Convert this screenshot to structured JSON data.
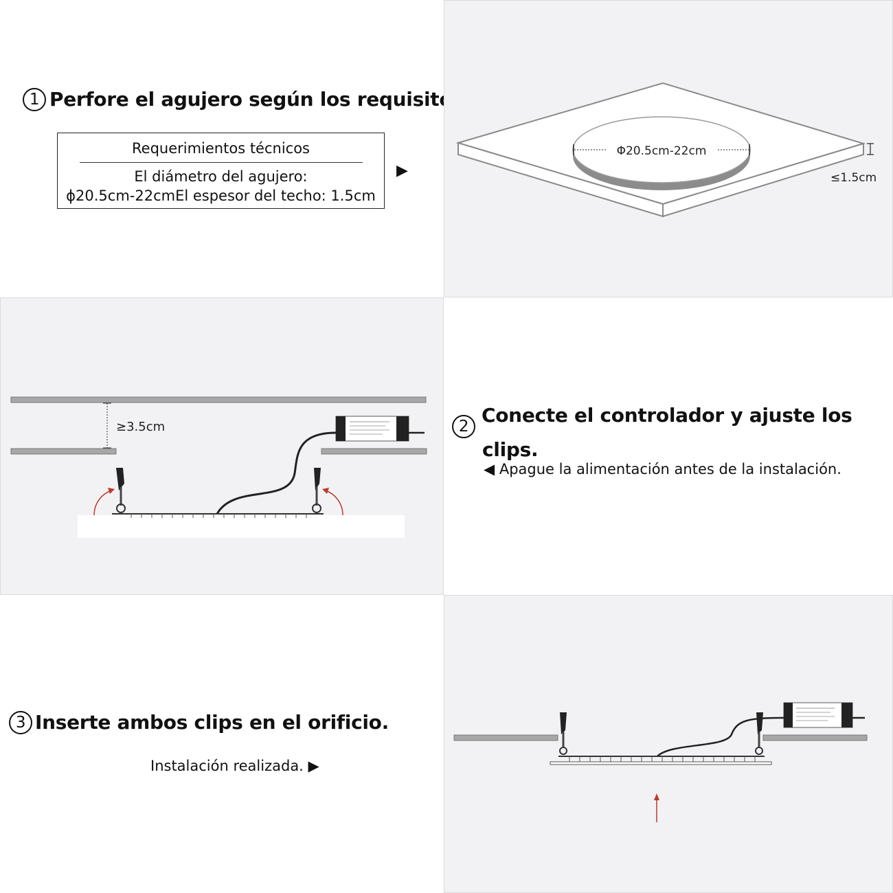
{
  "step1": {
    "number": "1",
    "title": "Perfore el agujero según los requisitos.",
    "requirements": {
      "heading": "Requerimientos técnicos",
      "line1": "El diámetro del agujero:",
      "line2": "ϕ20.5cm-22cmEl espesor del techo: 1.5cm"
    },
    "arrow": "▶",
    "diagram": {
      "diameter_label": "Φ20.5cm-22cm",
      "thickness_label": "≤1.5cm"
    }
  },
  "step2": {
    "number": "2",
    "title_line1": "Conecte el controlador y ajuste los",
    "title_line2": "clips.",
    "note": "◀ Apague la alimentación antes de la instalación.",
    "diagram": {
      "gap_label": "≥3.5cm"
    }
  },
  "step3": {
    "number": "3",
    "title": "Inserte ambos clips en el orificio.",
    "note": "Instalación realizada. ▶"
  },
  "colors": {
    "panel_grey": "#f2f2f4",
    "ceiling_grey": "#a7a7a7",
    "arrow_red": "#c0392b"
  }
}
